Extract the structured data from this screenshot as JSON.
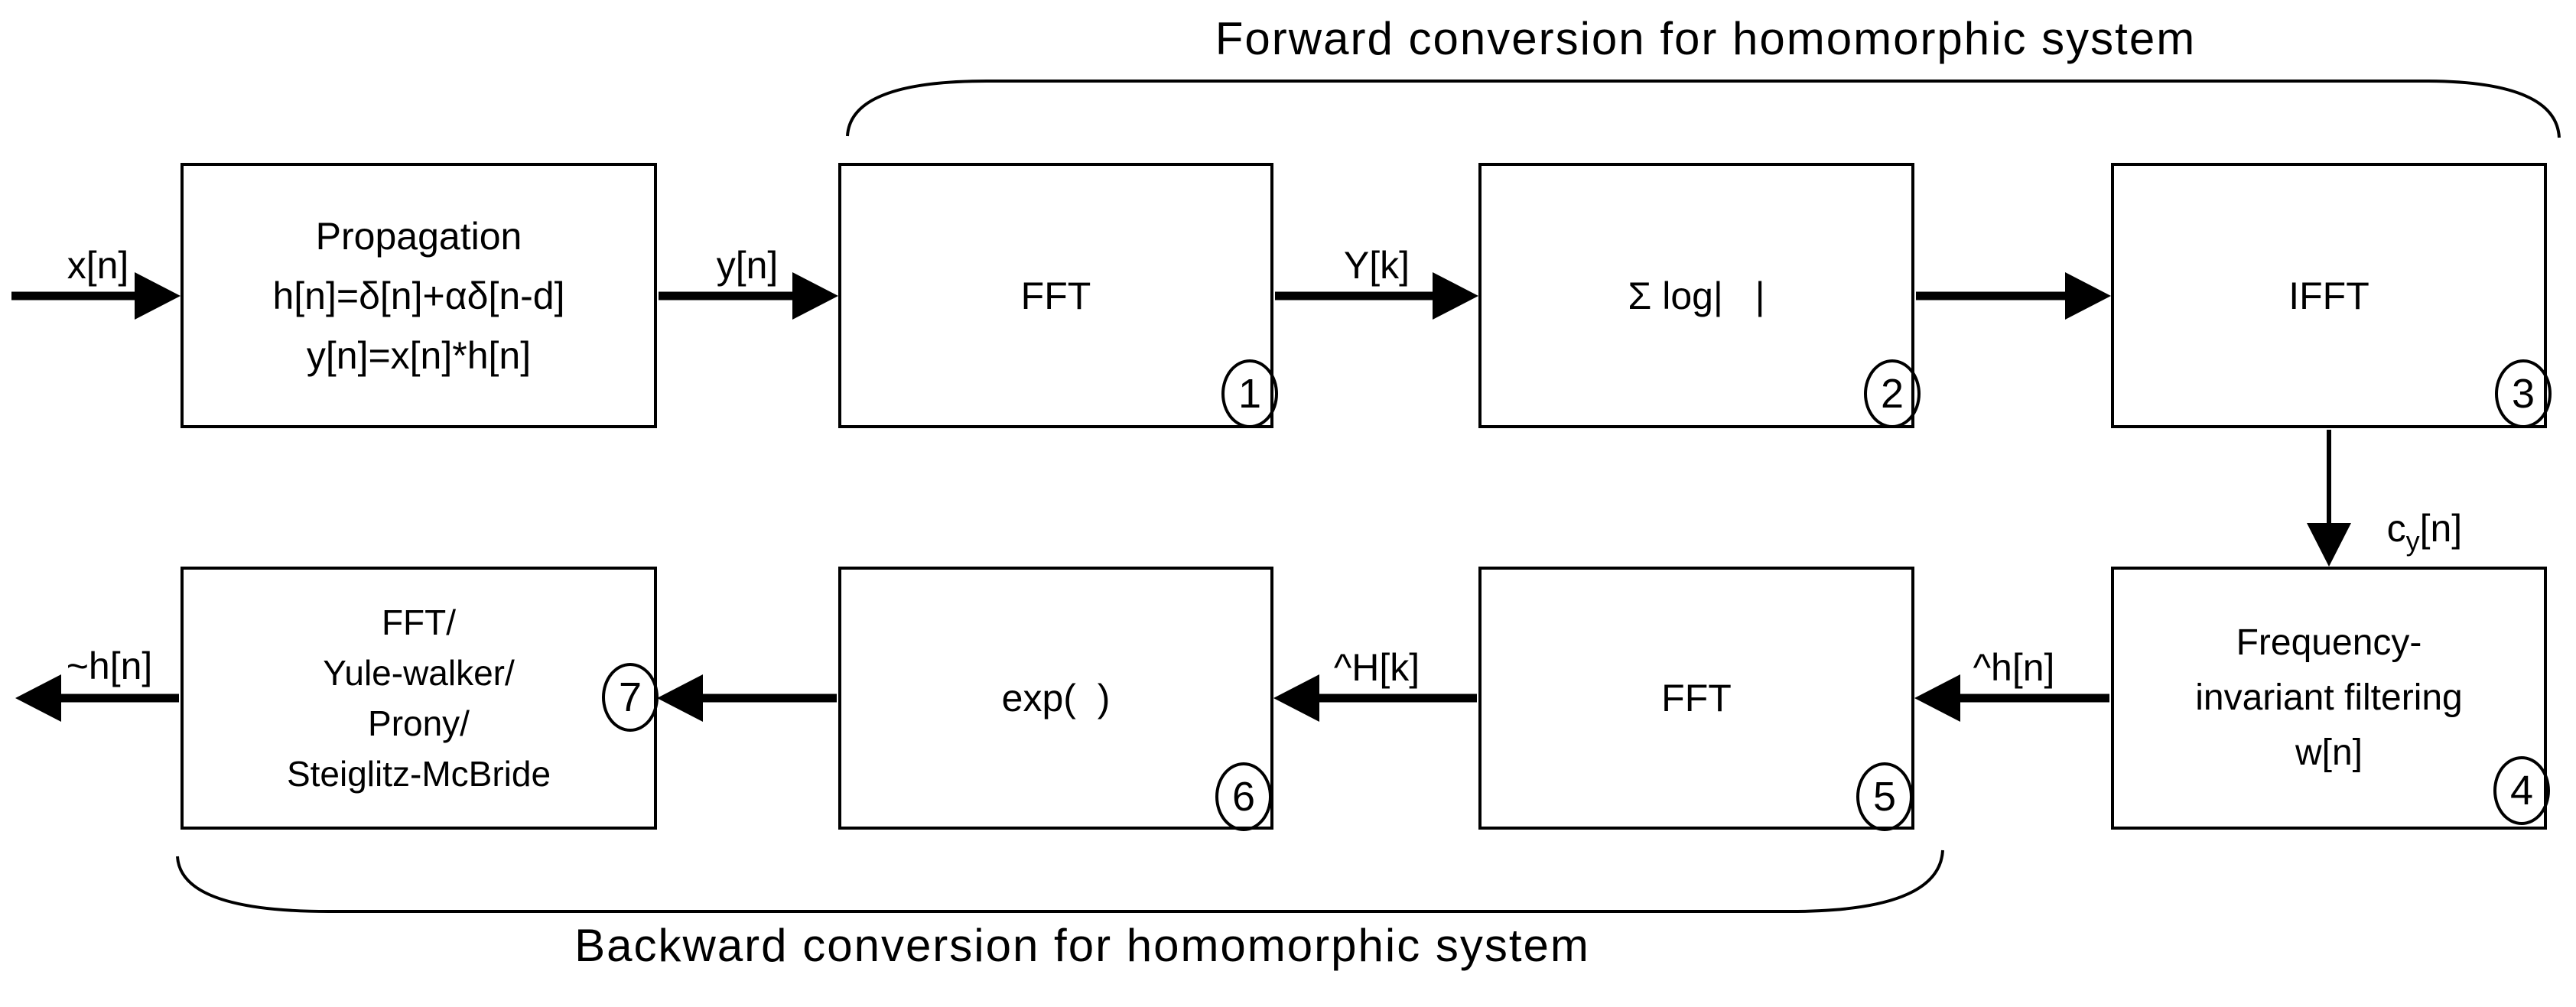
{
  "titles": {
    "forward": "Forward conversion for homomorphic system",
    "backward": "Backward conversion for homomorphic system"
  },
  "blocks": {
    "propagation": {
      "lines": [
        "Propagation",
        "h[n]=δ[n]+αδ[n-d]",
        "y[n]=x[n]*h[n]"
      ]
    },
    "fft_1": {
      "label": "FFT",
      "number": "1"
    },
    "sum_log": {
      "label": "Σ log|   |",
      "number": "2"
    },
    "ifft": {
      "label": "IFFT",
      "number": "3"
    },
    "freq_invariant_filtering": {
      "lines": [
        "Frequency-",
        "invariant filtering",
        "w[n]"
      ],
      "number": "4"
    },
    "fft_2": {
      "label": "FFT",
      "number": "5"
    },
    "exp": {
      "label": "exp(  )",
      "number": "6"
    },
    "parametric_modeling": {
      "lines": [
        "FFT/",
        "Yule-walker/",
        "Prony/",
        "Steiglitz-McBride"
      ],
      "number": "7"
    }
  },
  "signals": {
    "input": "x[n]",
    "propagated": "y[n]",
    "spectrum": "Y[k]",
    "cepstrum": {
      "base": "c",
      "sub": "y",
      "rest": "[n]"
    },
    "filtered_cepstrum": "^h[n]",
    "log_spectrum_estimate": "^H[k]",
    "output": "~h[n]"
  },
  "style": {
    "ink": "#000000",
    "paper": "#ffffff"
  }
}
